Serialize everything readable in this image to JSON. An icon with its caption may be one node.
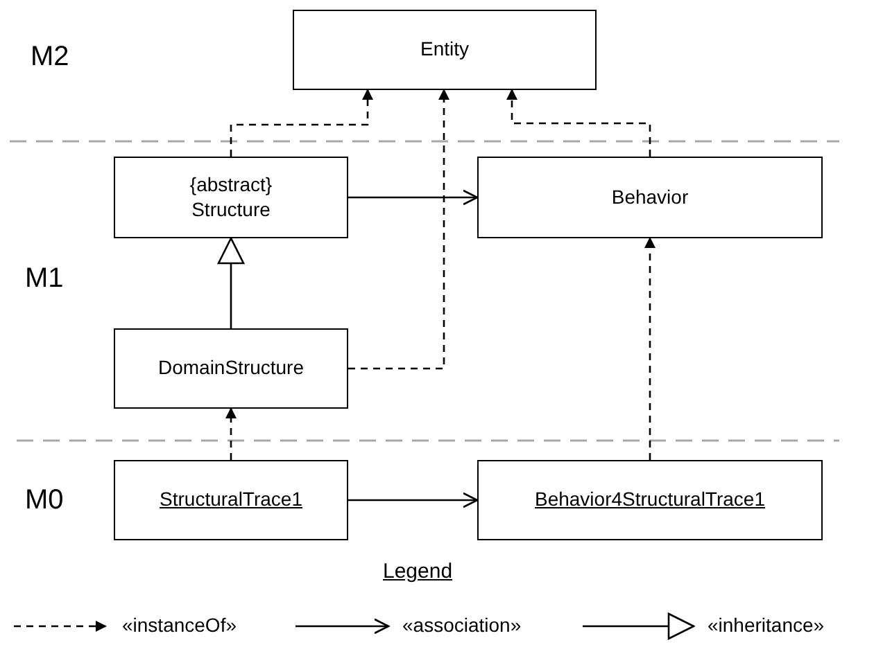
{
  "diagram": {
    "nodes": [
      {
        "text": [
          "Entity"
        ]
      },
      {
        "text": [
          "{abstract}",
          "Structure"
        ]
      },
      {
        "text": [
          "Behavior"
        ]
      },
      {
        "text": [
          "DomainStructure"
        ]
      },
      {
        "text": [
          "StructuralTrace1"
        ]
      },
      {
        "text": [
          "Behavior4StructuralTrace1"
        ]
      }
    ],
    "edges": [
      {
        "from": 1,
        "to": 0,
        "arrow": "to",
        "style": "dashed"
      },
      {
        "from": 3,
        "to": 0,
        "arrow": "to",
        "style": "dashed"
      },
      {
        "from": 2,
        "to": 0,
        "arrow": "to",
        "style": "dashed"
      },
      {
        "from": 1,
        "to": 2,
        "arrow": "to"
      },
      {
        "from": 3,
        "to": 1,
        "arrow": "to"
      },
      {
        "from": 4,
        "to": 3,
        "arrow": "to",
        "style": "dashed"
      },
      {
        "from": 5,
        "to": 2,
        "arrow": "to",
        "style": "dashed"
      },
      {
        "from": 4,
        "to": 5,
        "arrow": "to"
      }
    ],
    "labels": [
      "M2",
      "M1",
      "M0",
      "Legend"
    ],
    "legend": [
      {
        "text": "«instanceOf»"
      },
      {
        "text": "«association»"
      },
      {
        "text": "«inheritance»"
      }
    ]
  }
}
